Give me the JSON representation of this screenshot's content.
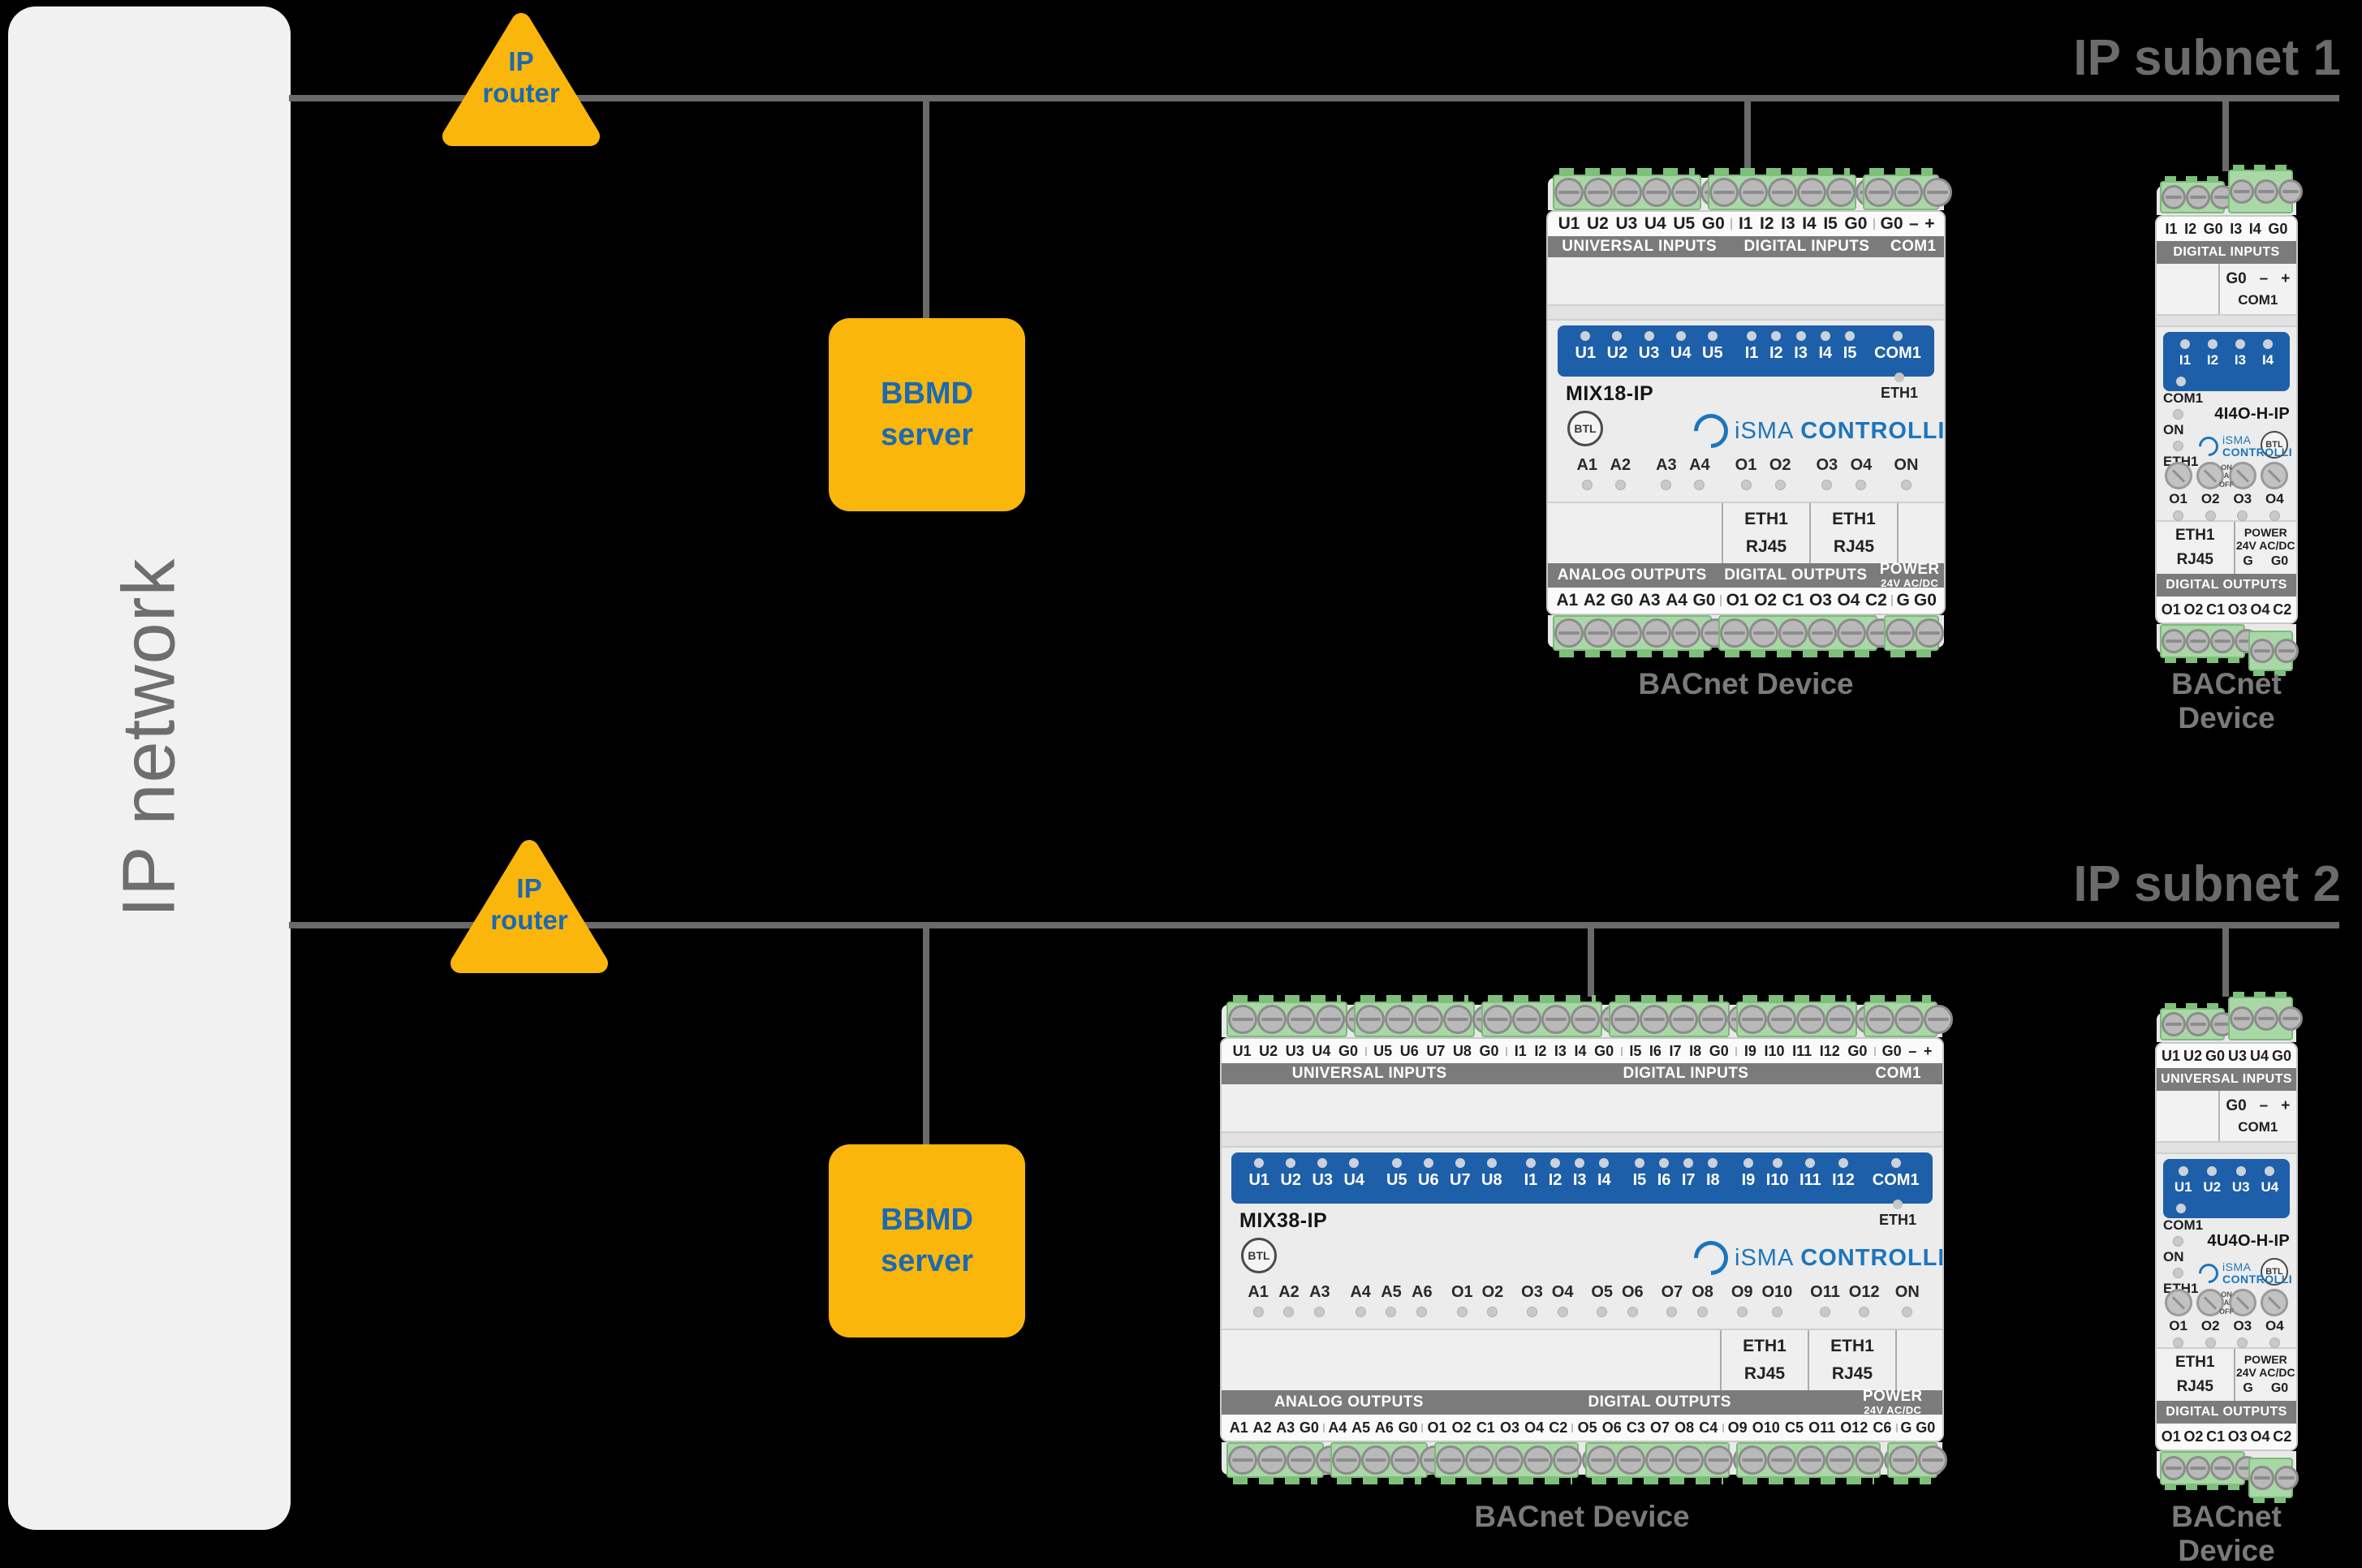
{
  "colors": {
    "background": "#000000",
    "panel_fill": "#F1F1F1",
    "line_gray": "#6A6A6A",
    "accent_yellow": "#FAB60A",
    "label_blue": "#1B69B4",
    "device_blue": "#1E5FA9",
    "band_gray": "#7B7B7B",
    "terminal_green": "#A9D8A6",
    "brand_blue": "#1C75BC"
  },
  "network": {
    "label": "IP network"
  },
  "subnet1": {
    "title": "IP subnet 1",
    "router": {
      "line1": "IP",
      "line2": "router"
    },
    "bbmd": {
      "line1": "BBMD",
      "line2": "server"
    }
  },
  "subnet2": {
    "title": "IP subnet 2",
    "router": {
      "line1": "IP",
      "line2": "router"
    },
    "bbmd": {
      "line1": "BBMD",
      "line2": "server"
    }
  },
  "devices": {
    "mix18": {
      "name": "MIX18-IP",
      "caption": "BACnet Device",
      "eth1": "ETH1",
      "btl": "BTL",
      "brand": {
        "isma": "iSMA",
        "controlli": "CONTROLLI"
      },
      "top_terminals": [
        [
          "U1",
          "U2",
          "U3",
          "U4",
          "U5",
          "G0"
        ],
        [
          "I1",
          "I2",
          "I3",
          "I4",
          "I5",
          "G0"
        ],
        [
          "G0",
          "–",
          "+"
        ]
      ],
      "top_bands": [
        {
          "label": "UNIVERSAL INPUTS",
          "span": 6
        },
        {
          "label": "DIGITAL INPUTS",
          "span": 5.6
        },
        {
          "label": "COM1",
          "span": 3.3
        }
      ],
      "panel_leds": [
        [
          "U1",
          "U2",
          "U3",
          "U4",
          "U5"
        ],
        [
          "I1",
          "I2",
          "I3",
          "I4",
          "I5"
        ],
        [
          "COM1"
        ]
      ],
      "status_leds": [
        [
          "A1",
          "A2"
        ],
        [
          "A3",
          "A4"
        ],
        [
          "O1",
          "O2"
        ],
        [
          "O3",
          "O4"
        ],
        [
          "ON"
        ]
      ],
      "ports": [
        {
          "line1": "ETH1",
          "line2": "RJ45"
        },
        {
          "line1": "ETH1",
          "line2": "RJ45"
        }
      ],
      "bottom_bands": [
        {
          "label": "ANALOG OUTPUTS",
          "span": 6
        },
        {
          "label": "DIGITAL OUTPUTS",
          "span": 5
        },
        {
          "label": "POWER",
          "label2": "24V AC/DC",
          "span": 2.8
        }
      ],
      "bottom_terminals": [
        [
          "A1",
          "A2",
          "G0",
          "A3",
          "A4",
          "G0"
        ],
        [
          "O1",
          "O2",
          "C1",
          "O3",
          "O4",
          "C2"
        ],
        [
          "G",
          "G0"
        ]
      ]
    },
    "mix38": {
      "name": "MIX38-IP",
      "caption": "BACnet Device",
      "eth1": "ETH1",
      "btl": "BTL",
      "brand": {
        "isma": "iSMA",
        "controlli": "CONTROLLI"
      },
      "top_terminals": [
        [
          "U1",
          "U2",
          "U3",
          "U4",
          "G0"
        ],
        [
          "U5",
          "U6",
          "U7",
          "U8",
          "G0"
        ],
        [
          "I1",
          "I2",
          "I3",
          "I4",
          "G0"
        ],
        [
          "I5",
          "I6",
          "I7",
          "I8",
          "G0"
        ],
        [
          "I9",
          "I10",
          "I11",
          "I12",
          "G0"
        ],
        [
          "G0",
          "–",
          "+"
        ]
      ],
      "top_bands": [
        {
          "label": "UNIVERSAL INPUTS",
          "span": 10
        },
        {
          "label": "DIGITAL INPUTS",
          "span": 15
        },
        {
          "label": "COM1",
          "span": 3
        }
      ],
      "panel_leds": [
        [
          "U1",
          "U2",
          "U3",
          "U4"
        ],
        [
          "U5",
          "U6",
          "U7",
          "U8"
        ],
        [
          "I1",
          "I2",
          "I3",
          "I4"
        ],
        [
          "I5",
          "I6",
          "I7",
          "I8"
        ],
        [
          "I9",
          "I10",
          "I11",
          "I12"
        ],
        [
          "COM1"
        ]
      ],
      "status_leds": [
        [
          "A1",
          "A2",
          "A3"
        ],
        [
          "A4",
          "A5",
          "A6"
        ],
        [
          "O1",
          "O2"
        ],
        [
          "O3",
          "O4"
        ],
        [
          "O5",
          "O6"
        ],
        [
          "O7",
          "O8"
        ],
        [
          "O9",
          "O10"
        ],
        [
          "O11",
          "O12"
        ],
        [
          "ON"
        ]
      ],
      "ports": [
        {
          "line1": "ETH1",
          "line2": "RJ45"
        },
        {
          "line1": "ETH1",
          "line2": "RJ45"
        }
      ],
      "bottom_bands": [
        {
          "label": "ANALOG OUTPUTS",
          "span": 8
        },
        {
          "label": "DIGITAL OUTPUTS",
          "span": 17
        },
        {
          "label": "POWER",
          "label2": "24V AC/DC",
          "span": 3
        }
      ],
      "bottom_terminals": [
        [
          "A1",
          "A2",
          "A3",
          "G0"
        ],
        [
          "A4",
          "A5",
          "A6",
          "G0"
        ],
        [
          "O1",
          "O2",
          "C1",
          "O3",
          "O4",
          "C2"
        ],
        [
          "O5",
          "O6",
          "C3",
          "O7",
          "O8",
          "C4"
        ],
        [
          "O9",
          "O10",
          "C5",
          "O11",
          "O12",
          "C6"
        ],
        [
          "G",
          "G0"
        ]
      ]
    },
    "i4o4": {
      "name": "4I4O-H-IP",
      "caption": "BACnet Device",
      "btl": "BTL",
      "brand": {
        "isma": "iSMA",
        "controlli": "CONTROLLI"
      },
      "top_terminals": [
        "I1",
        "I2",
        "G0",
        "I3",
        "I4",
        "G0"
      ],
      "top_terminal_groups": [
        [
          "I1",
          "I2",
          "G0"
        ],
        [
          "I3",
          "I4",
          "G0"
        ]
      ],
      "top_band": "DIGITAL INPUTS",
      "com_panel": {
        "g0": "G0",
        "minus": "–",
        "plus": "+",
        "com1": "COM1"
      },
      "panel_leds": [
        "I1",
        "I2",
        "I3",
        "I4"
      ],
      "side": {
        "com1": "COM1",
        "on": "ON",
        "eth1": "ETH1"
      },
      "switch_marks": [
        "ON",
        "A",
        "OFF"
      ],
      "switch_channels": [
        "O1",
        "O2",
        "O3",
        "O4"
      ],
      "port": {
        "line1": "ETH1",
        "line2": "RJ45"
      },
      "power": {
        "line1": "POWER",
        "line2": "24V AC/DC",
        "g": "G",
        "g0": "G0"
      },
      "bottom_band": "DIGITAL OUTPUTS",
      "bottom_terminals": [
        "O1",
        "O2",
        "C1",
        "O3",
        "O4",
        "C2"
      ],
      "bottom_terminal_groups": [
        [
          "O1",
          "O2",
          "C1",
          "O3"
        ],
        [
          "O4",
          "C2"
        ]
      ]
    },
    "u4o4": {
      "name": "4U4O-H-IP",
      "caption": "BACnet Device",
      "btl": "BTL",
      "brand": {
        "isma": "iSMA",
        "controlli": "CONTROLLI"
      },
      "top_terminals": [
        "U1",
        "U2",
        "G0",
        "U3",
        "U4",
        "G0"
      ],
      "top_terminal_groups": [
        [
          "U1",
          "U2",
          "G0"
        ],
        [
          "U3",
          "U4",
          "G0"
        ]
      ],
      "top_band": "UNIVERSAL INPUTS",
      "com_panel": {
        "g0": "G0",
        "minus": "–",
        "plus": "+",
        "com1": "COM1"
      },
      "panel_leds": [
        "U1",
        "U2",
        "U3",
        "U4"
      ],
      "side": {
        "com1": "COM1",
        "on": "ON",
        "eth1": "ETH1"
      },
      "switch_marks": [
        "ON",
        "A",
        "OFF"
      ],
      "switch_channels": [
        "O1",
        "O2",
        "O3",
        "O4"
      ],
      "port": {
        "line1": "ETH1",
        "line2": "RJ45"
      },
      "power": {
        "line1": "POWER",
        "line2": "24V AC/DC",
        "g": "G",
        "g0": "G0"
      },
      "bottom_band": "DIGITAL OUTPUTS",
      "bottom_terminals": [
        "O1",
        "O2",
        "C1",
        "O3",
        "O4",
        "C2"
      ],
      "bottom_terminal_groups": [
        [
          "O1",
          "O2",
          "C1",
          "O3"
        ],
        [
          "O4",
          "C2"
        ]
      ]
    }
  }
}
